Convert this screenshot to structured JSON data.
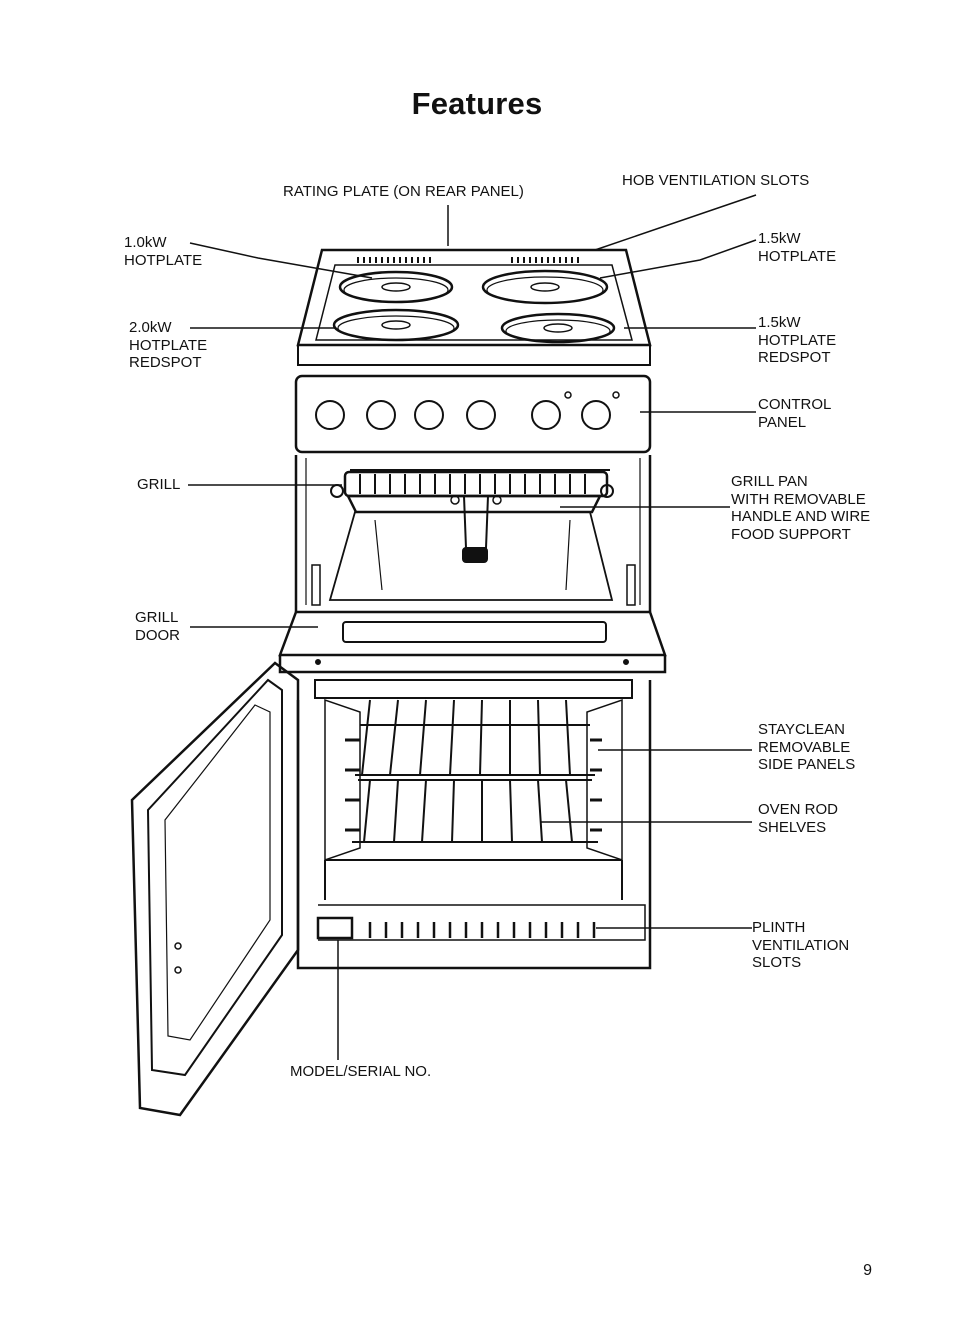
{
  "page": {
    "title": "Features",
    "page_number": "9"
  },
  "labels": {
    "rating_plate": "RATING PLATE (ON REAR PANEL)",
    "hob_vent": "HOB VENTILATION SLOTS",
    "hotplate_1_0": "1.0kW\nHOTPLATE",
    "hotplate_1_5_top": "1.5kW\nHOTPLATE",
    "hotplate_2_0": "2.0kW\nHOTPLATE\nREDSPOT",
    "hotplate_1_5_redspot": "1.5kW\nHOTPLATE\nREDSPOT",
    "control_panel": "CONTROL\nPANEL",
    "grill": "GRILL",
    "grill_pan": "GRILL PAN\nWITH REMOVABLE\nHANDLE AND WIRE\nFOOD SUPPORT",
    "grill_door": "GRILL\nDOOR",
    "stayclean": "STAYCLEAN\nREMOVABLE\nSIDE PANELS",
    "oven_shelves": "OVEN ROD\nSHELVES",
    "plinth_vent": "PLINTH\nVENTILATION\nSLOTS",
    "model_serial": "MODEL/SERIAL NO."
  }
}
